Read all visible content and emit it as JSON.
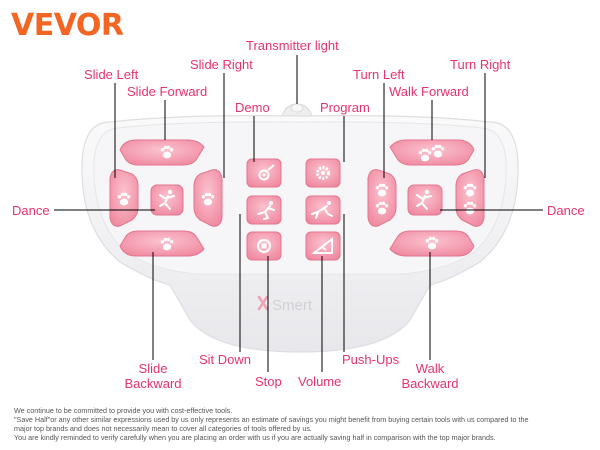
{
  "brand": "VEVOR",
  "colors": {
    "brand": "#f26522",
    "label_text": "#e8336e",
    "button_fill": "#f7a0b2",
    "leader_line": "#000000",
    "remote_body": "#f2f2f4"
  },
  "remote": {
    "logo_text": "Smert",
    "logo_icon": "x-logo-icon"
  },
  "labels": {
    "transmitter_light": "Transmitter light",
    "slide_left": "Slide Left",
    "slide_forward": "Slide Forward",
    "slide_right": "Slide Right",
    "demo": "Demo",
    "program": "Program",
    "turn_left": "Turn Left",
    "walk_forward": "Walk Forward",
    "turn_right": "Turn Right",
    "dance_left": "Dance",
    "dance_right": "Dance",
    "slide_backward_1": "Slide",
    "slide_backward_2": "Backward",
    "sit_down": "Sit Down",
    "stop": "Stop",
    "volume": "Volume",
    "push_ups": "Push-Ups",
    "walk_backward_1": "Walk",
    "walk_backward_2": "Backward"
  },
  "button_icons": {
    "paw": "paw-icon",
    "dance": "dancing-figure-icon",
    "demo": "demo-icon",
    "program": "gear-icon",
    "sit_down": "sitting-figure-icon",
    "push_ups": "push-up-figure-icon",
    "stop": "stop-icon",
    "volume": "volume-icon"
  },
  "disclaimer": [
    "We continue to be committed to provide you with cost-effective tools.",
    "\"Save Half\"or any other similar expressions used by us only represents an estimate of savings you might benefit from buying certain tools with us compared to the",
    "major top brands and does not necessarily mean to cover all categories of tools offered by us.",
    "You are kindly reminded to verify carefully when you are placing an order with us if you are actually saving half in comparison with the top major brands."
  ]
}
